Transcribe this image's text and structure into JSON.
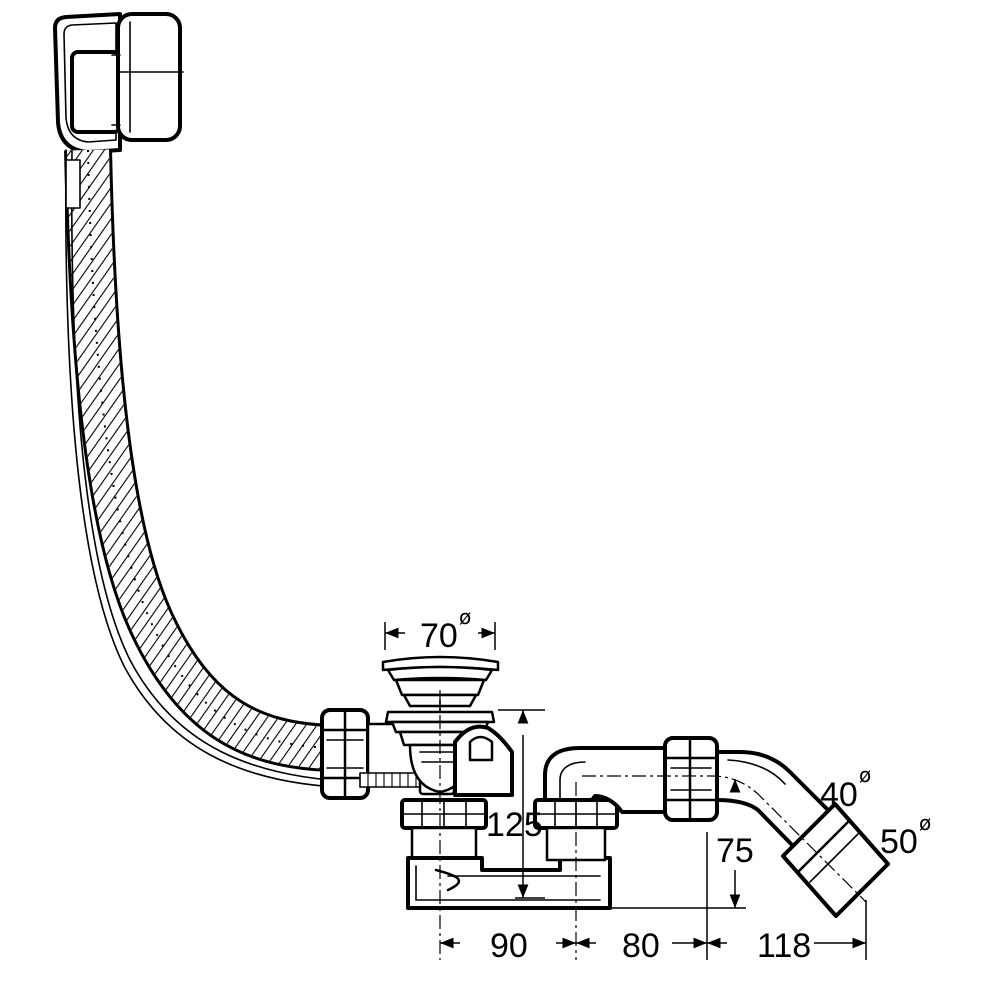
{
  "dimensions": {
    "strainer_diameter": "70",
    "pipe_40_diameter": "40",
    "pipe_50_diameter": "50",
    "height_125": "125",
    "height_75": "75",
    "length_90": "90",
    "length_80": "80",
    "length_118": "118",
    "diameter_symbol": "ø"
  }
}
